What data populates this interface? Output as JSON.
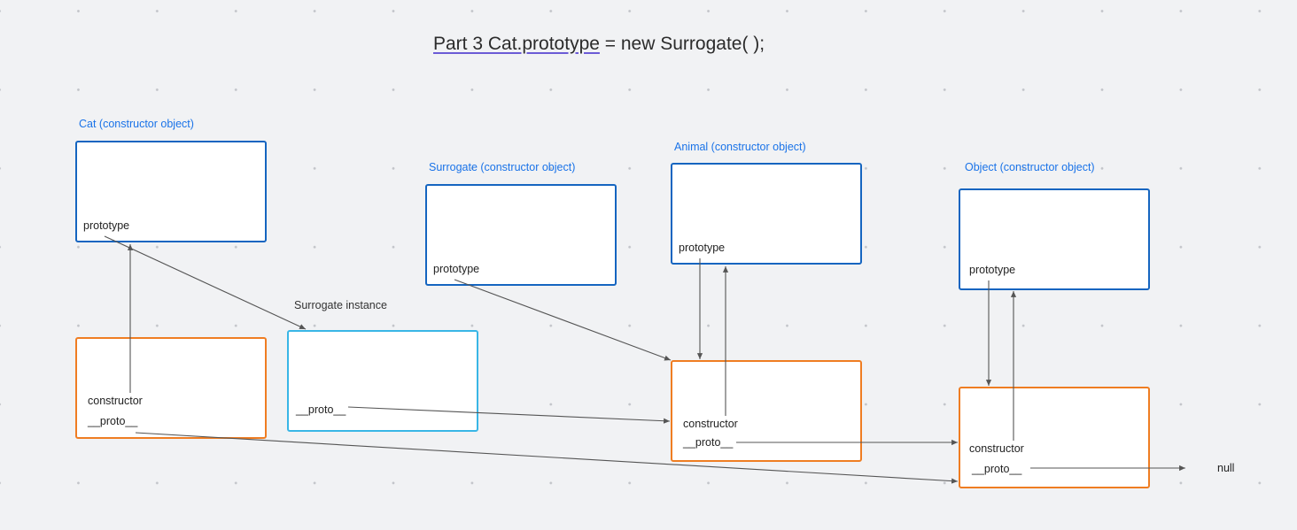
{
  "title": {
    "link_text": "Part 3 Cat.prototype",
    "rest_text": " = new Surrogate( );"
  },
  "cat": {
    "label": "Cat (constructor object)",
    "prototype": "prototype",
    "constructor": "constructor",
    "proto": "__proto__"
  },
  "surrogate": {
    "label": "Surrogate (constructor object)",
    "prototype": "prototype"
  },
  "surrogate_instance": {
    "label": "Surrogate instance",
    "proto": "__proto__"
  },
  "animal": {
    "label": "Animal (constructor object)",
    "prototype": "prototype",
    "constructor": "constructor",
    "proto": "__proto__"
  },
  "object": {
    "label": "Object (constructor object)",
    "prototype": "prototype",
    "constructor": "constructor",
    "proto": "__proto__"
  },
  "null_label": "null",
  "colors": {
    "constructor_border": "#1565c0",
    "prototype_border": "#ef7d22",
    "instance_border": "#39b6e6",
    "label_blue": "#1a73e8",
    "arrow": "#555555"
  }
}
